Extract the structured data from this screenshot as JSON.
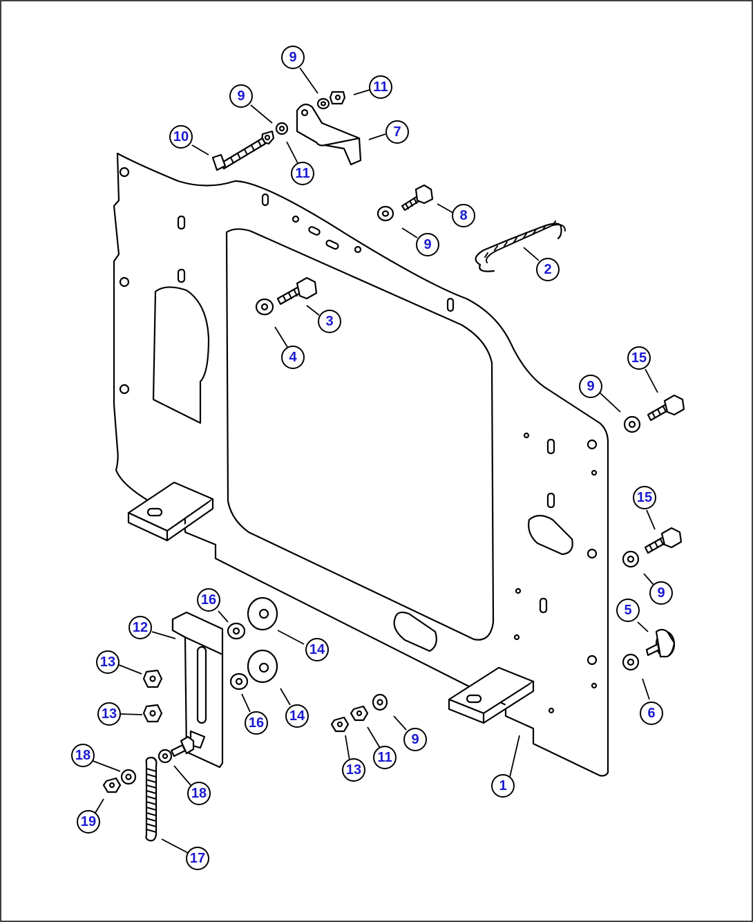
{
  "callouts": [
    {
      "id": "c9a",
      "label": "9"
    },
    {
      "id": "c11a",
      "label": "11"
    },
    {
      "id": "c9b",
      "label": "9"
    },
    {
      "id": "c7",
      "label": "7"
    },
    {
      "id": "c10",
      "label": "10"
    },
    {
      "id": "c11b",
      "label": "11"
    },
    {
      "id": "c8",
      "label": "8"
    },
    {
      "id": "c9c",
      "label": "9"
    },
    {
      "id": "c2",
      "label": "2"
    },
    {
      "id": "c3",
      "label": "3"
    },
    {
      "id": "c4",
      "label": "4"
    },
    {
      "id": "c15a",
      "label": "15"
    },
    {
      "id": "c9d",
      "label": "9"
    },
    {
      "id": "c15b",
      "label": "15"
    },
    {
      "id": "c9e",
      "label": "9"
    },
    {
      "id": "c5",
      "label": "5"
    },
    {
      "id": "c6",
      "label": "6"
    },
    {
      "id": "c16a",
      "label": "16"
    },
    {
      "id": "c12",
      "label": "12"
    },
    {
      "id": "c14a",
      "label": "14"
    },
    {
      "id": "c13a",
      "label": "13"
    },
    {
      "id": "c13b",
      "label": "13"
    },
    {
      "id": "c14b",
      "label": "14"
    },
    {
      "id": "c16b",
      "label": "16"
    },
    {
      "id": "c9f",
      "label": "9"
    },
    {
      "id": "c11c",
      "label": "11"
    },
    {
      "id": "c13c",
      "label": "13"
    },
    {
      "id": "c1",
      "label": "1"
    },
    {
      "id": "c18a",
      "label": "18"
    },
    {
      "id": "c18b",
      "label": "18"
    },
    {
      "id": "c19",
      "label": "19"
    },
    {
      "id": "c17",
      "label": "17"
    }
  ],
  "colors": {
    "callout_text": "#1a1ad0",
    "line": "#000000",
    "background": "#ffffff"
  }
}
